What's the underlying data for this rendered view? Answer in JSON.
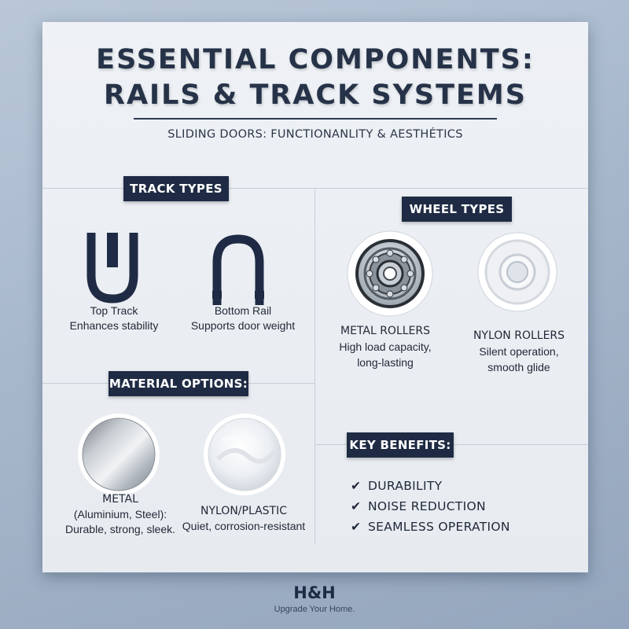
{
  "header": {
    "title_line1": "ESSENTIAL COMPONENTS:",
    "title_line2": "RAILS & TRACK SYSTEMS",
    "subtitle": "SLIDING DOORS: FUNCTIONANLITY & AESTHÉTICS"
  },
  "track_types": {
    "label": "TRACK TYPES",
    "items": [
      {
        "name": "Top Track",
        "desc": "Enhances stability",
        "icon": "top-track-u-icon"
      },
      {
        "name": "Bottom Rail",
        "desc": "Supports door weight",
        "icon": "bottom-rail-arch-icon"
      }
    ]
  },
  "wheel_types": {
    "label": "WHEEL TYPES",
    "items": [
      {
        "name": "METAL ROLLERS",
        "desc1": "High load capacity,",
        "desc2": "long-lasting",
        "icon": "metal-roller-icon"
      },
      {
        "name": "NYLON ROLLERS",
        "desc1": "Silent operation,",
        "desc2": "smooth glide",
        "icon": "nylon-roller-icon"
      }
    ]
  },
  "materials": {
    "label": "MATERIAL OPTIONS:",
    "items": [
      {
        "name": "METAL",
        "desc1": "(Aluminium, Steel):",
        "desc2": "Durable, strong, sleek.",
        "icon": "brushed-metal-icon"
      },
      {
        "name": "NYLON/PLASTIC",
        "desc1": "Quiet, corrosion-resistant",
        "icon": "nylon-plastic-icon"
      }
    ]
  },
  "benefits": {
    "label": "KEY BENEFITS:",
    "check": "✔",
    "items": [
      "DURABILITY",
      "NOISE REDUCTION",
      "SEAMLESS OPERATION"
    ]
  },
  "footer": {
    "logo": "H&H",
    "tagline": "Upgrade Your Home."
  },
  "colors": {
    "navy": "#1f2b44",
    "card": "#eaedf2",
    "background": "#a7b7cb"
  }
}
